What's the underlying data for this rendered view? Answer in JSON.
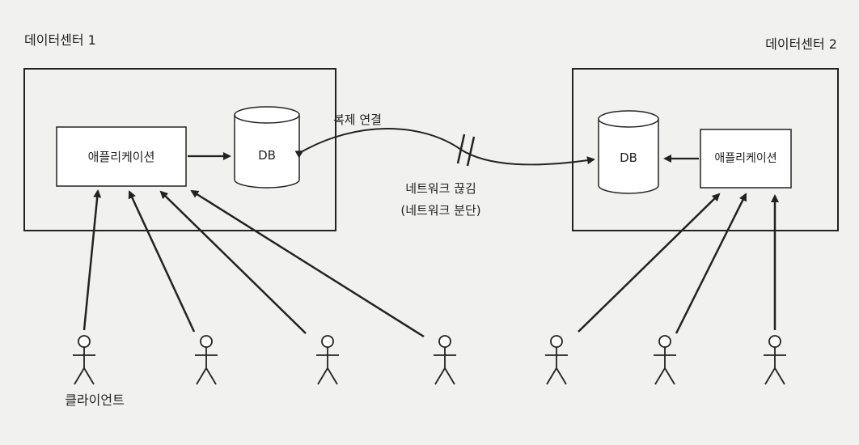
{
  "datacenter1": {
    "title": "데이터센터 1",
    "app_label": "애플리케이션",
    "db_label": "DB"
  },
  "datacenter2": {
    "title": "데이터센터 2",
    "app_label": "애플리케이션",
    "db_label": "DB"
  },
  "replication": {
    "label": "복제 연결"
  },
  "network_cut": {
    "line1": "네트워크 끊김",
    "line2": "(네트워크 분단)"
  },
  "clients": {
    "label": "클라이언트",
    "count": 7
  },
  "colors": {
    "line": "#222222",
    "box_fill": "#ffffff",
    "background": "#f1f1ef"
  }
}
